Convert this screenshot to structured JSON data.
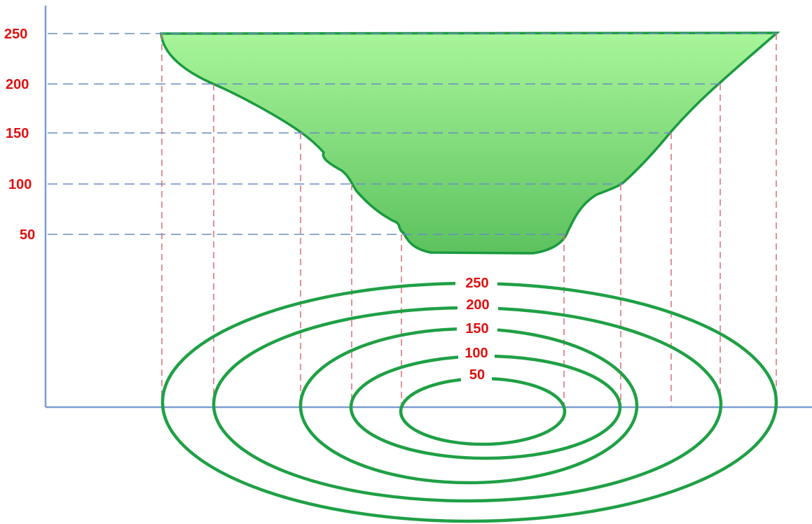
{
  "colors": {
    "axis": "#7b9cd3",
    "guide_h": "#6a8cc4",
    "guide_v": "#d9777f",
    "label_red": "#e01010",
    "contour_green": "#1fa045",
    "fill_top": "#a8f59a",
    "fill_bottom": "#5cc25e",
    "profile_stroke": "#1a9a3f"
  },
  "elevation_axis": {
    "ticks": [
      "250",
      "200",
      "150",
      "100",
      "50"
    ]
  },
  "contour_labels": [
    "250",
    "200",
    "150",
    "100",
    "50"
  ]
}
